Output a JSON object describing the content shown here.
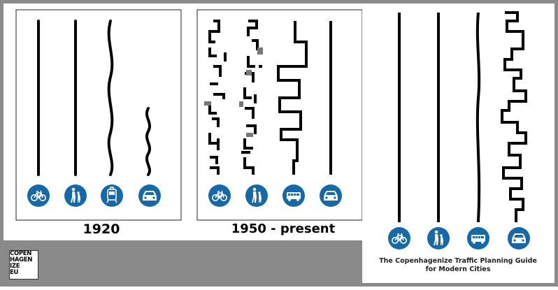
{
  "panels": [
    {
      "caption": "1920"
    },
    {
      "caption": "1950 - present"
    },
    {
      "title_line1": "The Copenhagenize Traffic Planning Guide",
      "title_line2": "for Modern Cities"
    }
  ],
  "logo": {
    "lines": [
      "COPEN",
      "HAGEN",
      "IZE",
      "EU"
    ]
  },
  "icons": [
    "bicycle-icon",
    "pedestrian-icon",
    "bus-icon",
    "car-icon"
  ],
  "colors": {
    "frame": "#8a8a8a",
    "sign_blue": "#1569a8",
    "line": "#000000"
  }
}
